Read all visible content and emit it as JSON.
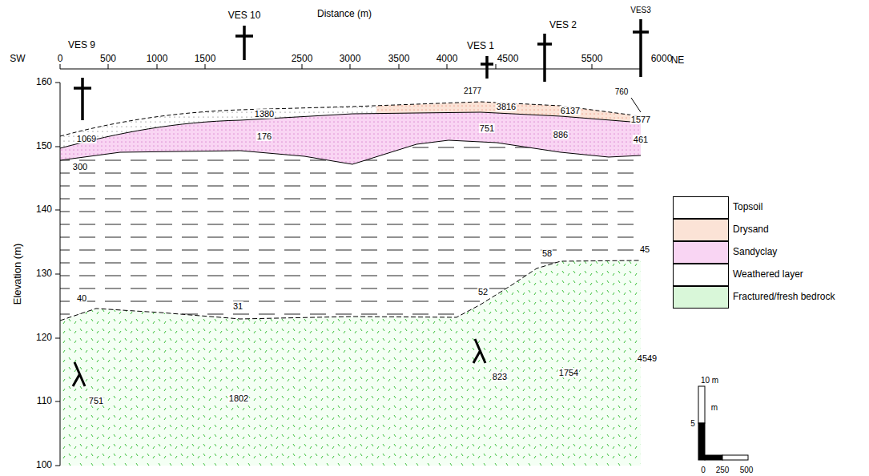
{
  "diagram": {
    "labels": [
      "Distance (m)",
      "SW",
      "NE",
      "VES 9",
      "VES 10",
      "VES 1",
      "VES 2",
      "VES3",
      "0",
      "500",
      "1000",
      "1500",
      "2500",
      "3000",
      "3500",
      "4000",
      "4500",
      "5500",
      "6000",
      "160",
      "150",
      "140",
      "130",
      "120",
      "110",
      "100",
      "Elevation (m)",
      "2177",
      "760",
      "1069",
      "300",
      "1380",
      "176",
      "3816",
      "751",
      "6137",
      "886",
      "1577",
      "461",
      "40",
      "31",
      "52",
      "58",
      "45",
      "751",
      "1802",
      "823",
      "1754",
      "4549",
      "10 m",
      "5",
      "m",
      "0",
      "250",
      "500"
    ],
    "legend": [
      {
        "text": "Topsoil",
        "color": "#ffffff"
      },
      {
        "text": "Drysand",
        "color": "#fbe3d6"
      },
      {
        "text": "Sandyclay",
        "color": "#f9d5f3"
      },
      {
        "text": "Weathered layer",
        "color": "#ffffff"
      },
      {
        "text": "Fractured/fresh bedrock",
        "color": "#d9f7d9"
      }
    ]
  }
}
